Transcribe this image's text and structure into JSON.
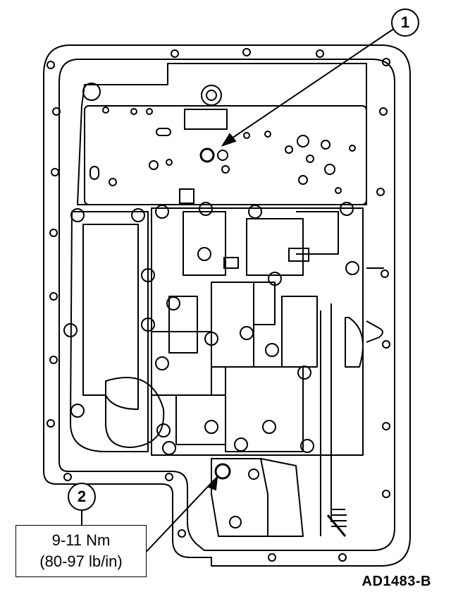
{
  "callouts": {
    "one": "1",
    "two": "2"
  },
  "torque_spec": {
    "metric": "9-11 Nm",
    "imperial": "(80-97 lb/in)"
  },
  "figure_id": "AD1483-B"
}
